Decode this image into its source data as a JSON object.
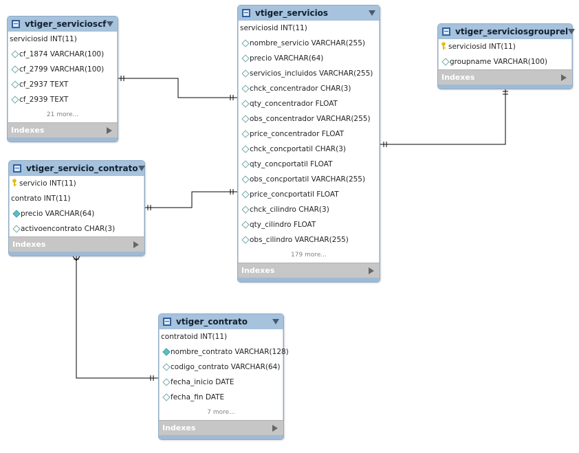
{
  "tables": {
    "serviciosgrouprel": {
      "name": "vtiger_serviciosgrouprel",
      "columns": [
        {
          "text": "serviciosid INT(11)",
          "marker": "key"
        },
        {
          "text": "groupname VARCHAR(100)",
          "marker": "open"
        }
      ],
      "more": "",
      "indexes": "Indexes"
    },
    "servicioscf": {
      "name": "vtiger_servicioscf",
      "columns": [
        {
          "text": "serviciosid INT(11)",
          "marker": "none"
        },
        {
          "text": "cf_1874 VARCHAR(100)",
          "marker": "open"
        },
        {
          "text": "cf_2799 VARCHAR(100)",
          "marker": "open"
        },
        {
          "text": "cf_2937 TEXT",
          "marker": "open"
        },
        {
          "text": "cf_2939 TEXT",
          "marker": "open"
        }
      ],
      "more": "21 more...",
      "indexes": "Indexes"
    },
    "servicios": {
      "name": "vtiger_servicios",
      "columns": [
        {
          "text": "serviciosid INT(11)",
          "marker": "none"
        },
        {
          "text": "nombre_servicio VARCHAR(255)",
          "marker": "open"
        },
        {
          "text": "precio VARCHAR(64)",
          "marker": "open"
        },
        {
          "text": "servicios_incluidos VARCHAR(255)",
          "marker": "open"
        },
        {
          "text": "chck_concentrador CHAR(3)",
          "marker": "open"
        },
        {
          "text": "qty_concentrador FLOAT",
          "marker": "open"
        },
        {
          "text": "obs_concentrador VARCHAR(255)",
          "marker": "open"
        },
        {
          "text": "price_concentrador FLOAT",
          "marker": "open"
        },
        {
          "text": "chck_concportatil CHAR(3)",
          "marker": "open"
        },
        {
          "text": "qty_concportatil FLOAT",
          "marker": "open"
        },
        {
          "text": "obs_concportatil VARCHAR(255)",
          "marker": "open"
        },
        {
          "text": "price_concportatil FLOAT",
          "marker": "open"
        },
        {
          "text": "chck_cilindro CHAR(3)",
          "marker": "open"
        },
        {
          "text": "qty_cilindro FLOAT",
          "marker": "open"
        },
        {
          "text": "obs_cilindro VARCHAR(255)",
          "marker": "open"
        }
      ],
      "more": "179 more...",
      "indexes": "Indexes"
    },
    "servicio_contrato": {
      "name": "vtiger_servicio_contrato",
      "columns": [
        {
          "text": "servicio INT(11)",
          "marker": "key"
        },
        {
          "text": "contrato INT(11)",
          "marker": "none"
        },
        {
          "text": "precio VARCHAR(64)",
          "marker": "filled"
        },
        {
          "text": "activoencontrato CHAR(3)",
          "marker": "open"
        }
      ],
      "more": "",
      "indexes": "Indexes"
    },
    "contrato": {
      "name": "vtiger_contrato",
      "columns": [
        {
          "text": "contratoid INT(11)",
          "marker": "none"
        },
        {
          "text": "nombre_contrato VARCHAR(128)",
          "marker": "filled"
        },
        {
          "text": "codigo_contrato VARCHAR(64)",
          "marker": "open"
        },
        {
          "text": "fecha_inicio DATE",
          "marker": "open"
        },
        {
          "text": "fecha_fin DATE",
          "marker": "open"
        }
      ],
      "more": "7 more...",
      "indexes": "Indexes"
    }
  },
  "colors": {
    "header": "#a6c2dc",
    "indexes_bar": "#c6c6c6",
    "key_icon": "#d8b400",
    "connector": "#000000"
  },
  "icons": {
    "table": "table-icon",
    "collapse": "collapse-triangle-icon",
    "primary_key": "key-icon",
    "nullable_column": "open-diamond-icon",
    "not_null_column": "filled-diamond-icon",
    "expand_indexes": "indexes-expand-icon"
  }
}
